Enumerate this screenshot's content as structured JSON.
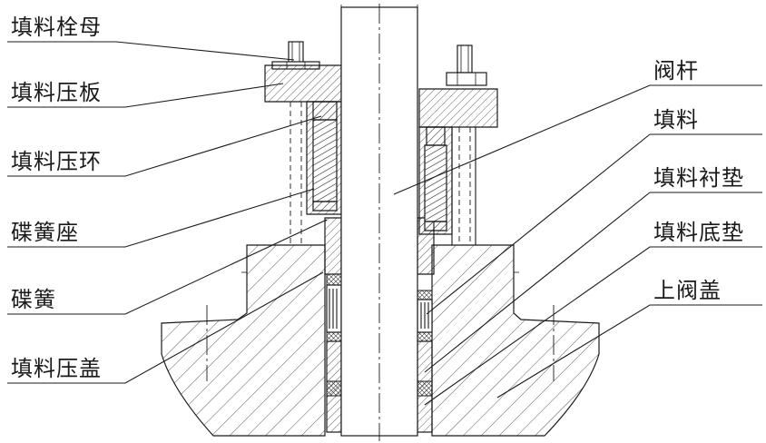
{
  "labels_left": [
    {
      "id": "packing-nut",
      "text": "填料栓母"
    },
    {
      "id": "packing-gland-plate",
      "text": "填料压板"
    },
    {
      "id": "packing-press-ring",
      "text": "填料压环"
    },
    {
      "id": "disc-spring-seat",
      "text": "碟簧座"
    },
    {
      "id": "disc-spring",
      "text": "碟簧"
    },
    {
      "id": "packing-gland",
      "text": "填料压盖"
    }
  ],
  "labels_right": [
    {
      "id": "valve-stem",
      "text": "阀杆"
    },
    {
      "id": "packing",
      "text": "填料"
    },
    {
      "id": "packing-liner",
      "text": "填料衬垫"
    },
    {
      "id": "packing-bottom-gasket",
      "text": "填料底垫"
    },
    {
      "id": "upper-bonnet",
      "text": "上阀盖"
    }
  ]
}
